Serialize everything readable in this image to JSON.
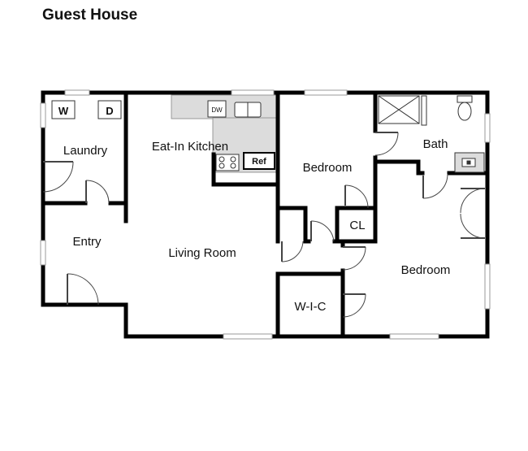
{
  "title": "Guest House",
  "rooms": {
    "laundry": "Laundry",
    "kitchen": "Eat-In Kitchen",
    "bedroom1": "Bedroom",
    "bath": "Bath",
    "entry": "Entry",
    "living": "Living Room",
    "closet": "CL",
    "bedroom2": "Bedroom",
    "walk_in_closet": "W-I-C"
  },
  "fixtures": {
    "washer": "W",
    "dryer": "D",
    "dishwasher": "DW",
    "refrigerator": "Ref"
  },
  "colors": {
    "wall": "#000000",
    "counter": "#dcdcdc",
    "window": "#bfbfbf",
    "door": "#555555"
  }
}
